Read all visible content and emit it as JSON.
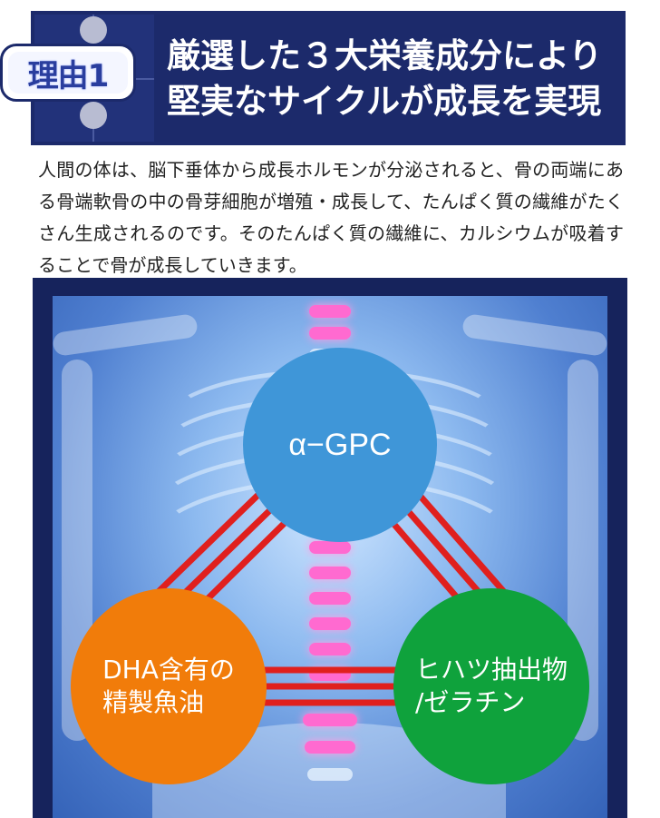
{
  "header": {
    "badge": "理由1",
    "title_line1": "厳選した３大栄養成分により",
    "title_line2": "堅実なサイクルが成長を実現"
  },
  "body": {
    "paragraph": "人間の体は、脳下垂体から成長ホルモンが分泌されると、骨の両端にある骨端軟骨の中の骨芽細胞が増殖・成長して、たんぱく質の繊維がたくさん生成されるのです。そのたんぱく質の繊維に、カルシウムが吸着することで骨が成長していきます。"
  },
  "diagram": {
    "top": "α−GPC",
    "left_line1": "DHA含有の",
    "left_line2": "精製魚油",
    "right_line1": "ヒハツ抽出物",
    "right_line2": "/ゼラチン"
  },
  "colors": {
    "header_bg": "#1c2a6b",
    "circle_top": "#3f96d8",
    "circle_left": "#f17c0a",
    "circle_right": "#0fa23c",
    "connector": "#e0201e"
  }
}
